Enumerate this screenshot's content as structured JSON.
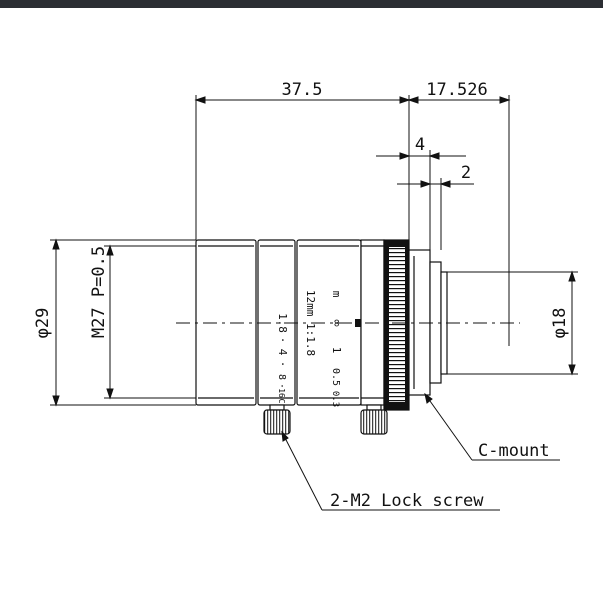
{
  "drawing": {
    "dim_overall_length": "37.5",
    "dim_back_length": "17.526",
    "dim_flange_4": "4",
    "dim_flange_2": "2",
    "dim_outer_diameter": "φ29",
    "dim_filter_thread": "M27 P=0.5",
    "dim_mount_diameter": "φ18",
    "label_mount": "C-mount",
    "label_lock_screw": "2-M2 Lock screw"
  },
  "lens_markings": {
    "focal_ratio": "12mm 1:1.8",
    "focus_unit": "m",
    "focus_scale": [
      "∞",
      "1",
      "0.5",
      "0.3"
    ],
    "aperture_scale": [
      "1.8",
      "4",
      "8",
      "16",
      "C"
    ]
  }
}
